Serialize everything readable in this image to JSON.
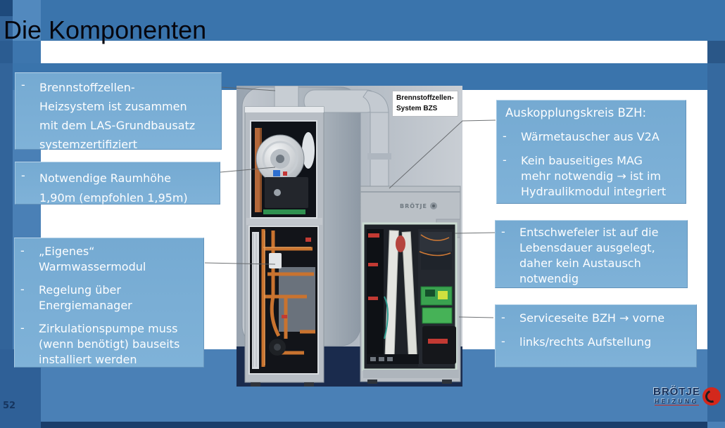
{
  "slide": {
    "title": "Die Komponenten",
    "page_number": "52"
  },
  "bullets": {
    "dash": "-"
  },
  "boxes": {
    "left": [
      {
        "items": [
          "Brennstoffzellen-\nHeizsystem ist zusammen\nmit dem LAS-Grundbausatz\nsystemzertifiziert"
        ]
      },
      {
        "items": [
          "Notwendige Raumhöhe\n1,90m (empfohlen 1,95m)"
        ]
      },
      {
        "items": [
          "„Eigenes“\nWarmwassermodul",
          "Regelung über\nEnergiemanager",
          "Zirkulationspumpe muss\n(wenn benötigt) bauseits\ninstalliert werden"
        ]
      }
    ],
    "right": [
      {
        "heading": "Auskopplungskreis BZH:",
        "items": [
          "Wärmetauscher aus V2A",
          "Kein bauseitiges MAG\nmehr notwendig → ist im\nHydraulikmodul integriert"
        ]
      },
      {
        "items": [
          "Entschwefeler ist auf die\nLebensdauer ausgelegt,\ndaher kein Austausch\nnotwendig"
        ]
      },
      {
        "items": [
          "Serviceseite BZH → vorne",
          "links/rechts Aufstellung"
        ]
      }
    ]
  },
  "photo": {
    "label_line1": "Brennstoffzellen-",
    "label_line2": "System BZS",
    "device_logo": "BRÖTJE"
  },
  "footer": {
    "logo_name": "BRÖTJE",
    "logo_sub": "HEIZUNG"
  },
  "colors": {
    "accent_band": "#3a74ac",
    "band_bottom": "#4a80b6",
    "bar_navy": "#1a3e6b",
    "box_fill": "#79aed6",
    "box_text": "#fdfeff",
    "title_text": "#06060e",
    "photo_backdrop": "#1a2b4d",
    "logo_red": "#d3281c",
    "logo_navy": "#16305a"
  }
}
